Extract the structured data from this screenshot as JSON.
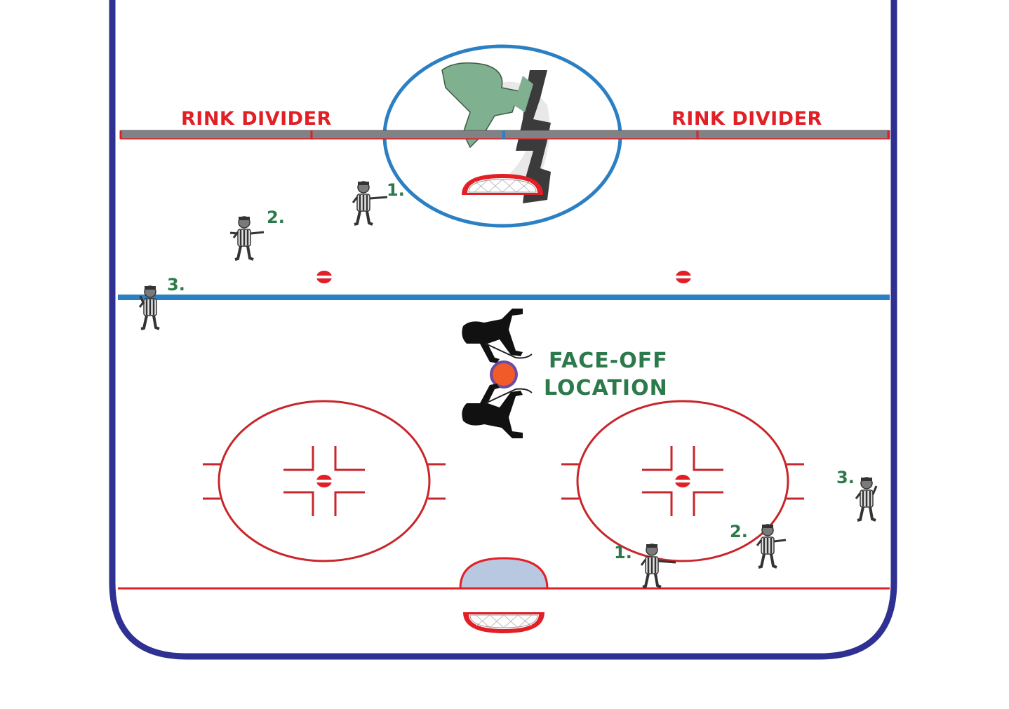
{
  "labels": {
    "divider_left": "RINK DIVIDER",
    "divider_right": "RINK DIVIDER",
    "faceoff_line1": "FACE-OFF",
    "faceoff_line2": "LOCATION"
  },
  "officials_top": [
    "1.",
    "2.",
    "3."
  ],
  "officials_bottom": [
    "1.",
    "2.",
    "3."
  ],
  "icons": {
    "logo": "league-logo-icon",
    "official": "referee-icon",
    "player": "skater-icon",
    "net": "goal-net-icon"
  },
  "colors": {
    "boards": "#2e3192",
    "blue_line": "#2b7fc3",
    "red_line": "#e21f26",
    "circle": "#c8262a",
    "divider": "#808285",
    "label_green": "#2c7a4b",
    "puck_dot": "#f15a29",
    "crease": "#b8c8e0"
  }
}
